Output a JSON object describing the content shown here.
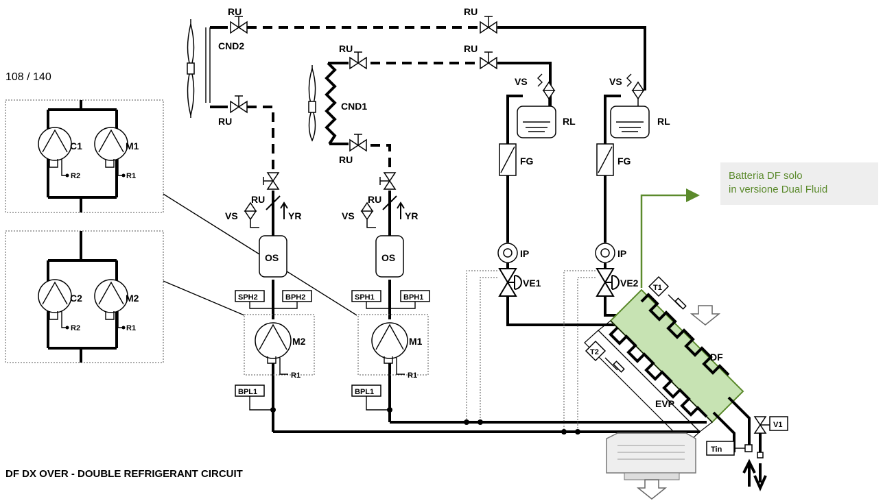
{
  "model": "108 / 140",
  "title": "DF DX OVER - DOUBLE REFRIGERANT CIRCUIT",
  "note": {
    "line1": "Batteria DF solo",
    "line2": "in versione Dual Fluid"
  },
  "labels": {
    "ru": "RU",
    "cnd1": "CND1",
    "cnd2": "CND2",
    "vs": "VS",
    "rl": "RL",
    "fg": "FG",
    "ip": "IP",
    "ve1": "VE1",
    "ve2": "VE2",
    "yr": "YR",
    "os": "OS",
    "sph1": "SPH1",
    "sph2": "SPH2",
    "bph1": "BPH1",
    "bph2": "BPH2",
    "bpl1": "BPL1",
    "m1": "M1",
    "m2": "M2",
    "c1": "C1",
    "c2": "C2",
    "r1": "R1",
    "r2": "R2",
    "t1": "T1",
    "t2": "T2",
    "df": "DF",
    "evp": "EVP",
    "v1": "V1",
    "tin": "Tin"
  },
  "colors": {
    "accent": "#5b8a2c",
    "coil_fill": "#c7e3b3",
    "note_bg": "#eeeeee"
  }
}
